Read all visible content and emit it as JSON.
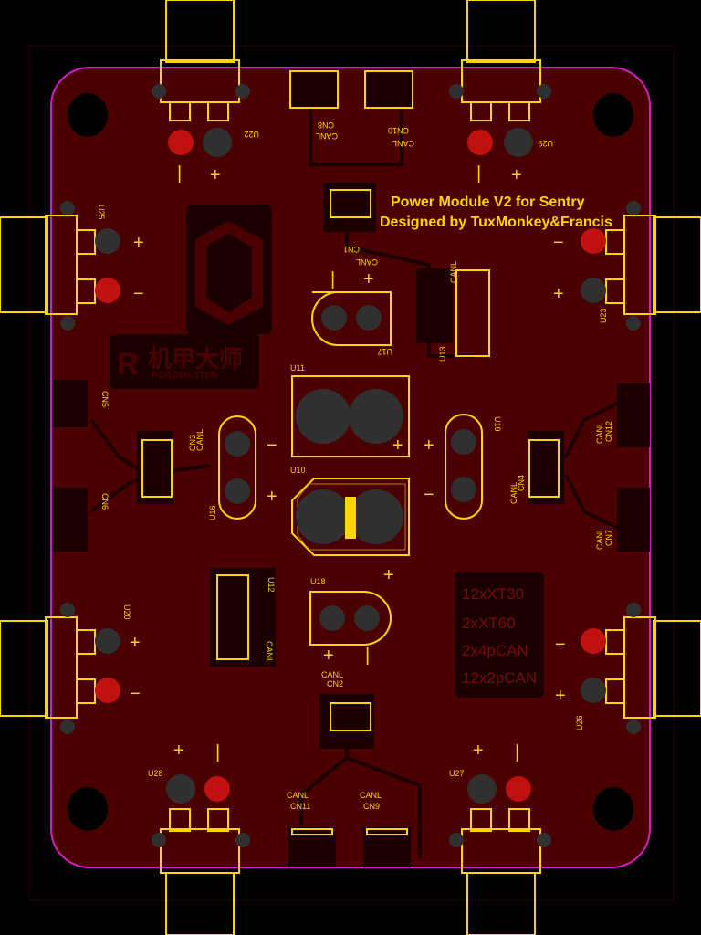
{
  "board": {
    "title_line1": "Power Module V2 for Sentry",
    "title_line2": "Designed by TuxMonkey&Francis",
    "colors": {
      "background": "#000000",
      "copper": "#4a0000",
      "silkscreen": "#ffd400",
      "outline": "#d020c0",
      "pad": "#303030",
      "via": "#c01010"
    }
  },
  "logo": {
    "brand_cn": "机甲大师",
    "brand_en": "ROBOMASTER"
  },
  "connector_note": {
    "lines": [
      "12xXT30",
      "2xXT60",
      "2x4pCAN",
      "12x2pCAN"
    ]
  },
  "designators": {
    "u22": "U22",
    "u29": "U29",
    "u25": "U25",
    "u23": "U23",
    "u20": "U20",
    "u26": "U26",
    "u28": "U28",
    "u27": "U27",
    "u17": "U17",
    "u13": "U13",
    "u11": "U11",
    "u10": "U10",
    "u16": "U16",
    "u19": "U19",
    "u12": "U12",
    "u18": "U18",
    "cn8": "CN8",
    "cn10": "CN10",
    "cn1": "CN1",
    "cn5": "CN5",
    "cn6": "CN6",
    "cn3": "CN3",
    "cn4": "CN4",
    "cn12": "CN12",
    "cn7": "CN7",
    "cn2": "CN2",
    "cn11": "CN11",
    "cn9": "CN9"
  },
  "labels": {
    "canl": "CANL",
    "plus": "+",
    "minus": "−",
    "bar": "|"
  }
}
